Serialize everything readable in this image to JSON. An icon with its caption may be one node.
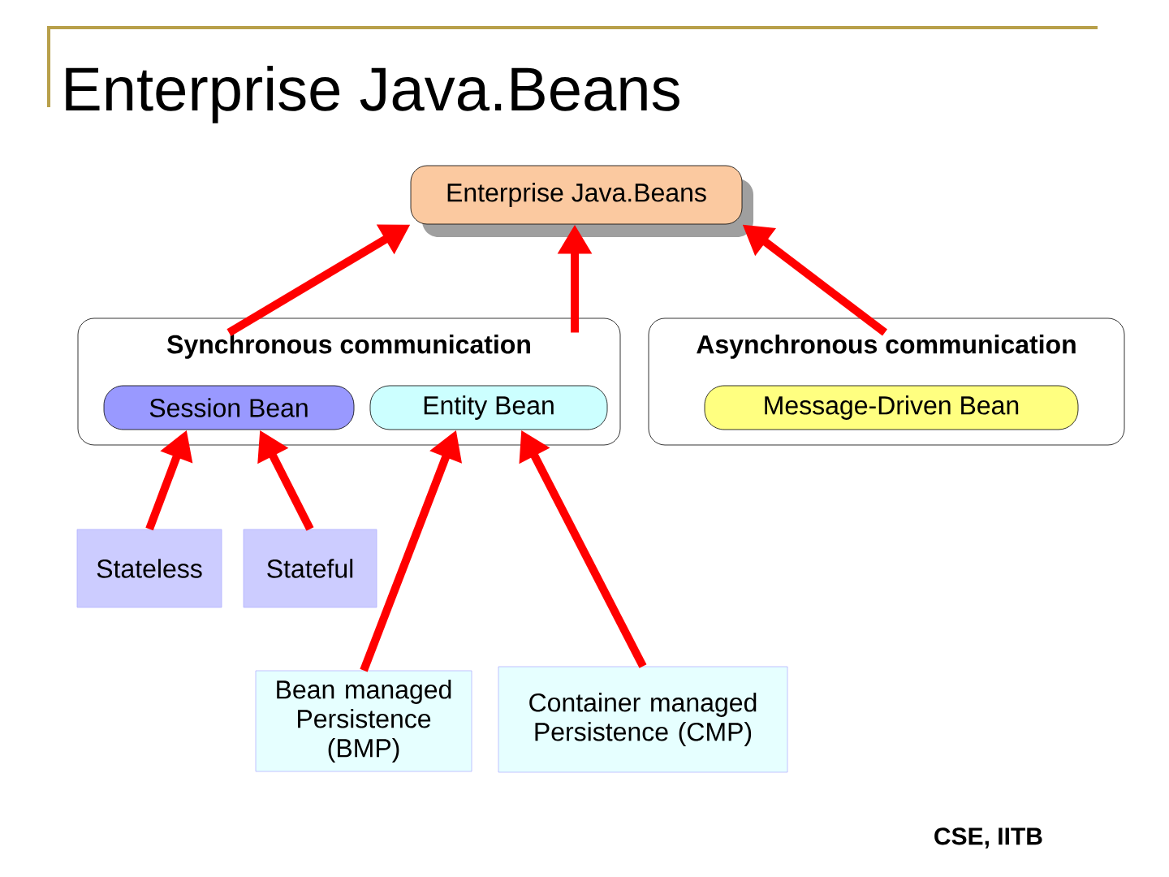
{
  "diagram": {
    "title": "Enterprise Java.Beans",
    "nodes": [
      {
        "text": [
          "Enterprise Java.Beans"
        ]
      },
      {
        "text": [
          "Synchronous communication"
        ]
      },
      {
        "text": [
          "Session Bean"
        ],
        "in": 1
      },
      {
        "text": [
          "Entity Bean"
        ],
        "in": 1
      },
      {
        "text": [
          "Asynchronous communication"
        ]
      },
      {
        "text": [
          "Message-Driven Bean"
        ],
        "in": 4
      },
      {
        "text": [
          "Stateless"
        ]
      },
      {
        "text": [
          "Stateful"
        ]
      },
      {
        "text": [
          "Bean managed Persistence (BMP)"
        ]
      },
      {
        "text": [
          "Container managed Persistence (CMP)"
        ]
      }
    ],
    "edges": [
      {
        "from": 2,
        "to": 0,
        "arrow": "to"
      },
      {
        "from": 3,
        "to": 0,
        "arrow": "to"
      },
      {
        "from": 5,
        "to": 0,
        "arrow": "to"
      },
      {
        "from": 6,
        "to": 2,
        "arrow": "to"
      },
      {
        "from": 7,
        "to": 2,
        "arrow": "to"
      },
      {
        "from": 8,
        "to": 3,
        "arrow": "to"
      },
      {
        "from": 9,
        "to": 3,
        "arrow": "to"
      }
    ],
    "labels": [
      "CSE, IITB"
    ]
  }
}
